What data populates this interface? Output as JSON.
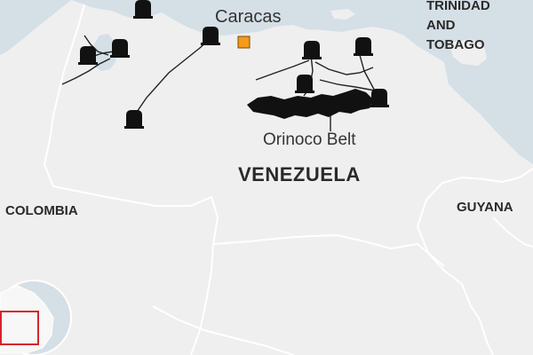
{
  "map": {
    "labels": {
      "capital": "Caracas",
      "region": "Orinoco Belt",
      "country_main": "VENEZUELA",
      "neighbor_west": "COLOMBIA",
      "neighbor_east": "GUYANA",
      "island_line1": "TRINIDAD",
      "island_line2": "AND",
      "island_line3": "TOBAGO"
    },
    "icons": {
      "oil_facility": "oil-refinery-icon",
      "capital_marker": "capital-square-icon"
    },
    "colors": {
      "sea": "#d5dfe6",
      "land": "#f0f0f0",
      "border": "#ffffff",
      "capital_marker": "#f49b1a",
      "facility": "#111111",
      "oil_belt": "#111111",
      "locator_box": "#d8232a"
    }
  }
}
